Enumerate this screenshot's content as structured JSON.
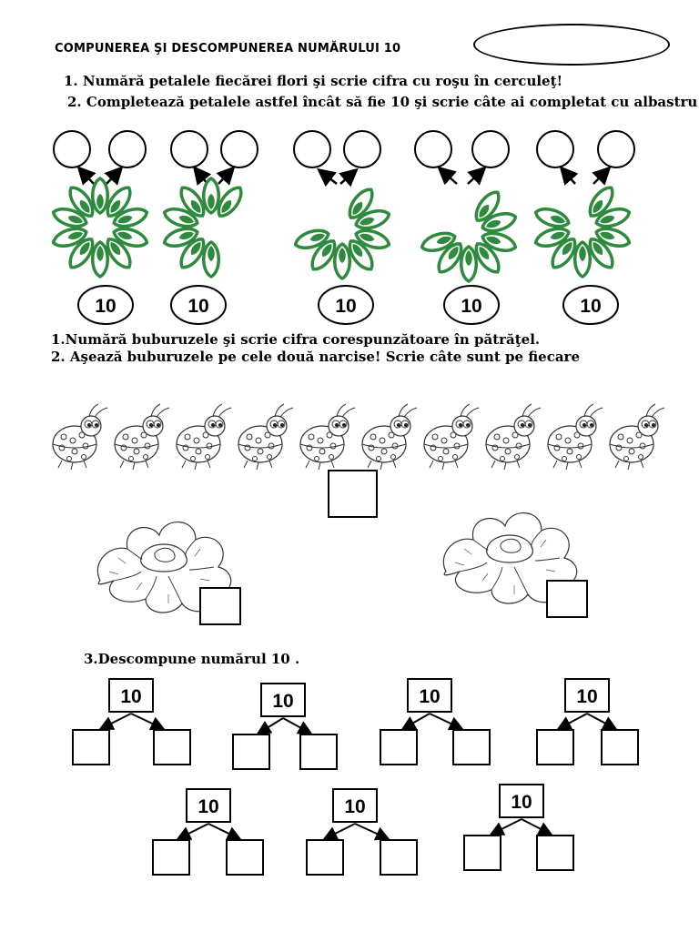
{
  "header": {
    "title": "COMPUNEREA ŞI DESCOMPUNEREA NUMĂRULUI  10"
  },
  "section_flowers": {
    "instructions": [
      "1.  Numără petalele fiecărei flori şi scrie cifra cu roşu în cerculeţ!",
      "2. Completează petalele astfel încât să fie 10 şi scrie câte ai completat cu albastru!"
    ],
    "flower_totals": [
      "10",
      "10",
      "10",
      "10",
      "10"
    ],
    "petal_color": "#2e8b3d"
  },
  "section_ladybugs": {
    "instructions": [
      "1.Numără buburuzele şi scrie cifra corespunzătoare în pătrăţel.",
      "2. Aşează buburuzele pe cele două narcise! Scrie câte sunt pe fiecare"
    ]
  },
  "section_decompose": {
    "instruction": "3.Descompune numărul 10 .",
    "trees": [
      "10",
      "10",
      "10",
      "10",
      "10",
      "10",
      "10"
    ]
  }
}
